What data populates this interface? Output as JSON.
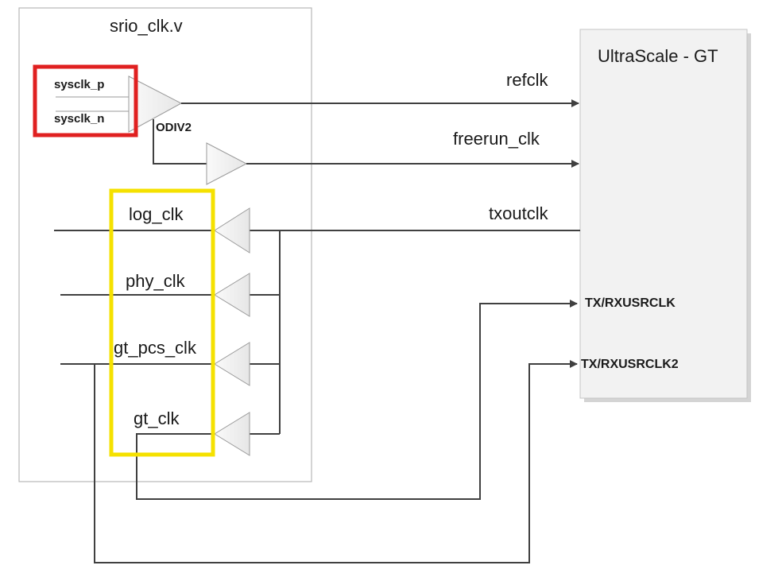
{
  "module": {
    "title": "srio_clk.v"
  },
  "inputs": {
    "sysclk_p": "sysclk_p",
    "sysclk_n": "sysclk_n",
    "odiv2": "ODIV2"
  },
  "internal_clocks": [
    "log_clk",
    "phy_clk",
    "gt_pcs_clk",
    "gt_clk"
  ],
  "gt_block": {
    "title": "UltraScale - GT",
    "refclk": "refclk",
    "freerun_clk": "freerun_clk",
    "txoutclk": "txoutclk",
    "txrxusrclk": "TX/RXUSRCLK",
    "txrxusrclk2": "TX/RXUSRCLK2"
  },
  "colors": {
    "input_highlight": "#e02020",
    "clock_highlight": "#f5e100",
    "line": "#404040",
    "gt_fill": "#f2f2f2",
    "module_border": "#b8b8b8"
  }
}
